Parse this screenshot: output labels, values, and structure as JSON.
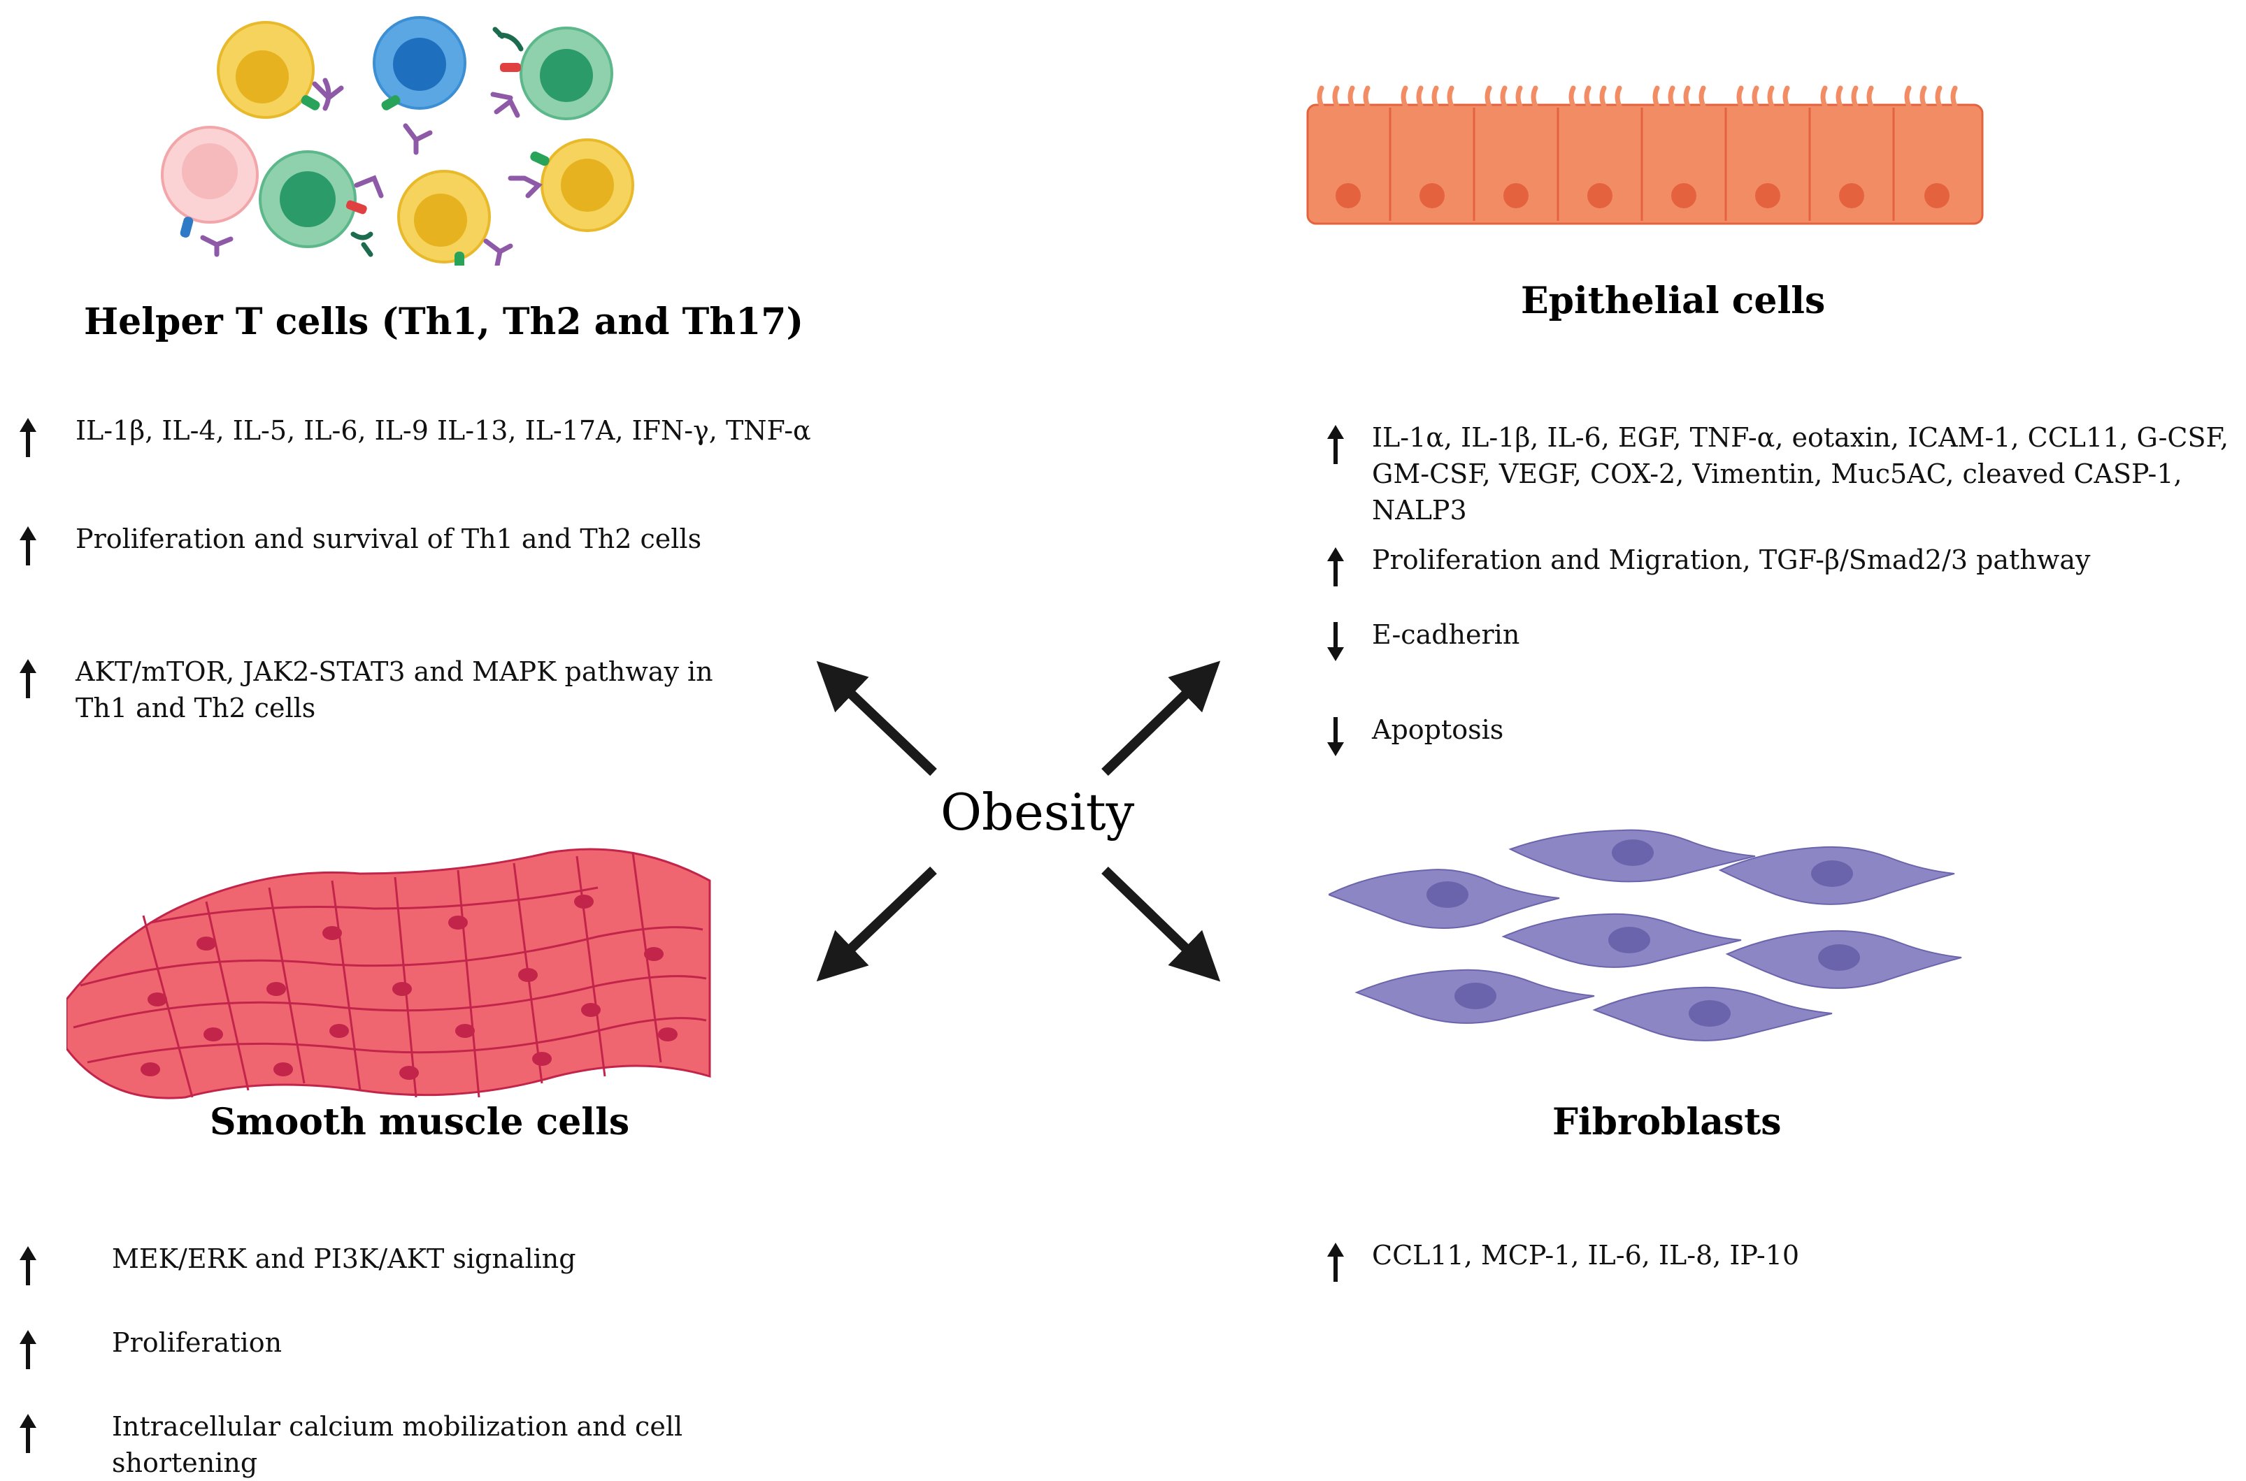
{
  "center": {
    "label": "Obesity"
  },
  "panels": {
    "t_cells": {
      "heading": "Helper T cells (Th1, Th2 and Th17)",
      "items": [
        {
          "direction": "up",
          "text": "IL-1β, IL-4, IL-5, IL-6,  IL-9 IL-13, IL-17A, IFN-γ, TNF-α"
        },
        {
          "direction": "up",
          "text": "Proliferation and survival of Th1 and Th2 cells"
        },
        {
          "direction": "up",
          "text": "AKT/mTOR, JAK2-STAT3 and MAPK pathway in Th1 and Th2 cells"
        }
      ]
    },
    "epithelial": {
      "heading": "Epithelial cells",
      "items": [
        {
          "direction": "up",
          "text": "IL-1α, IL-1β, IL-6, EGF, TNF-α, eotaxin, ICAM-1, CCL11, G-CSF, GM-CSF, VEGF, COX-2, Vimentin, Muc5AC, cleaved CASP-1, NALP3"
        },
        {
          "direction": "up",
          "text": "Proliferation and Migration, TGF-β/Smad2/3  pathway"
        },
        {
          "direction": "down",
          "text": "E-cadherin"
        },
        {
          "direction": "down",
          "text": "Apoptosis"
        }
      ]
    },
    "smooth_muscle": {
      "heading": "Smooth muscle cells",
      "items": [
        {
          "direction": "up",
          "text": "MEK/ERK  and  PI3K/AKT signaling"
        },
        {
          "direction": "up",
          "text": "Proliferation"
        },
        {
          "direction": "up",
          "text": "Intracellular calcium mobilization and cell shortening"
        }
      ]
    },
    "fibroblasts": {
      "heading": "Fibroblasts",
      "items": [
        {
          "direction": "up",
          "text": "CCL11, MCP-1, IL-6, IL-8, IP-10"
        }
      ]
    }
  },
  "colors": {
    "t_cell_yellow": "#f0c43a",
    "t_cell_blue": "#3d8fd4",
    "t_cell_green": "#5cb88a",
    "t_cell_pink": "#f6b9bc",
    "receptor_purple": "#8e5aa8",
    "epithelial": "#f28c65",
    "epithelial_nucleus": "#e4623e",
    "smooth_muscle": "#ef6570",
    "smooth_muscle_nucleus": "#c2244a",
    "fibroblast": "#8c86c4",
    "fibroblast_nucleus": "#6a64ad",
    "arrow": "#1a1a1a"
  }
}
